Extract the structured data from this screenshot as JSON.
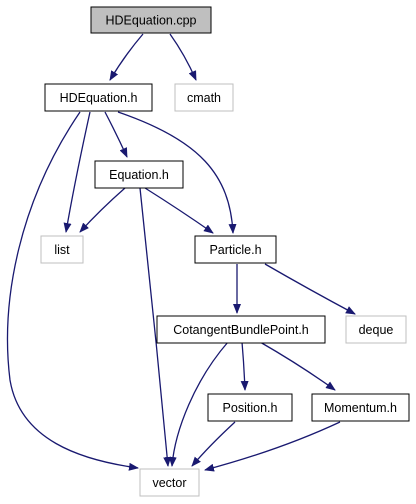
{
  "colors": {
    "edge": "#191970",
    "root_fill": "#bfbfbf",
    "local_border": "#000000",
    "system_border": "#bfbfbf",
    "background": "#ffffff"
  },
  "nodes": {
    "hdequation_cpp": "HDEquation.cpp",
    "cmath": "cmath",
    "hdequation_h": "HDEquation.h",
    "equation_h": "Equation.h",
    "list": "list",
    "particle_h": "Particle.h",
    "deque": "deque",
    "cotangent_h": "CotangentBundlePoint.h",
    "position_h": "Position.h",
    "momentum_h": "Momentum.h",
    "vector": "vector"
  }
}
